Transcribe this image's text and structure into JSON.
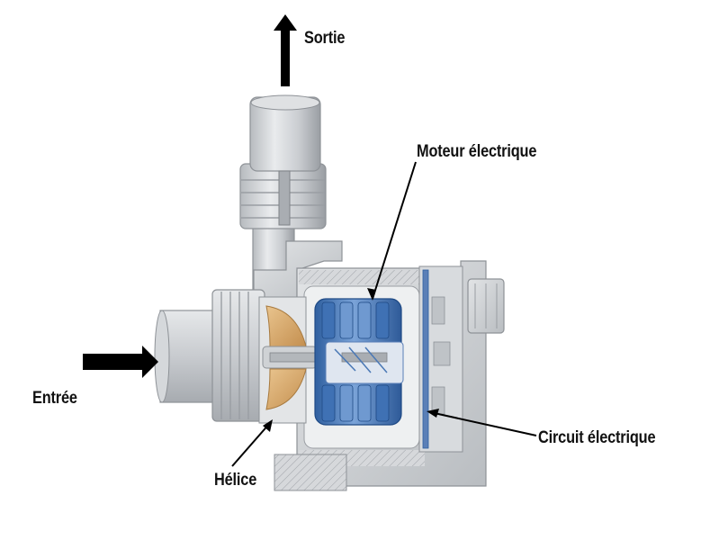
{
  "labels": {
    "outlet": "Sortie",
    "motor": "Moteur électrique",
    "inlet": "Entrée",
    "circuit": "Circuit électrique",
    "impeller": "Hélice"
  },
  "colors": {
    "housing": "#cfd2d5",
    "housing_dark": "#8e9297",
    "impeller": "#d9a868",
    "motor_blue": "#3d6fb3",
    "motor_blue_light": "#7aa3d8",
    "arrow": "#000000"
  }
}
